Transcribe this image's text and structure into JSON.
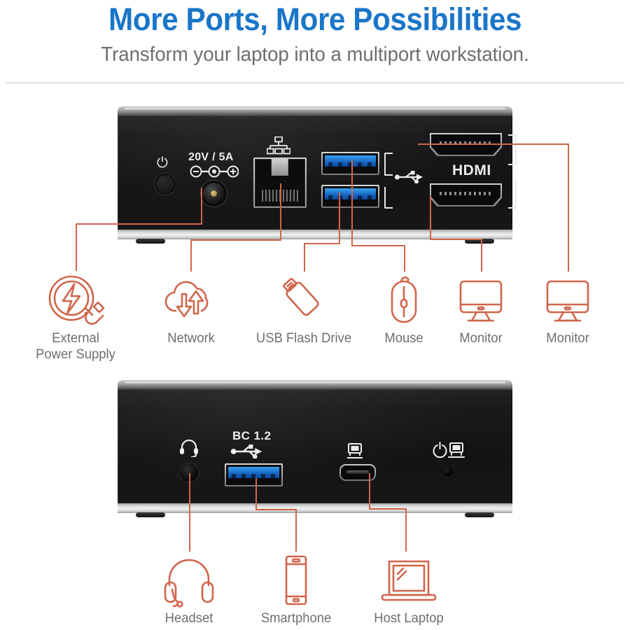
{
  "header": {
    "title": "More Ports, More Possibilities",
    "subtitle": "Transform your laptop into a multiport workstation.",
    "title_color": "#1a76c8",
    "subtitle_color": "#6d6e71",
    "divider_color": "#b9c6d4"
  },
  "theme": {
    "accent_orange": "#d0654a",
    "label_gray": "#6d6e71",
    "chassis_black": "#151517",
    "chassis_silver": "#d8dadb",
    "usb_blue": "#1565c0"
  },
  "rear_panel": {
    "name": "Rear port panel",
    "port_labels": {
      "power_rating": "20V / 5A",
      "hdmi": "HDMI"
    },
    "port_icons": {
      "power_button": "power-icon",
      "dc_polarity": "dc-polarity-icon",
      "ethernet": "network-icon",
      "usb": "usb-trident-icon"
    },
    "ports": [
      "power-button",
      "dc-power-jack",
      "ethernet-rj45",
      "usb-a-upper",
      "usb-a-lower",
      "hdmi-upper",
      "hdmi-lower"
    ]
  },
  "front_panel": {
    "name": "Front port panel",
    "port_labels": {
      "charging": "BC 1.2"
    },
    "port_icons": {
      "headset": "headset-icon",
      "usb": "usb-trident-icon",
      "host": "computer-icon",
      "status": "power-computer-icon"
    },
    "ports": [
      "headset-jack",
      "usb-a-charging",
      "usb-c-host",
      "status-led"
    ]
  },
  "rear_callouts": [
    {
      "id": "external-power-supply",
      "icon": "power-plug-icon",
      "label": "External\nPower Supply"
    },
    {
      "id": "network",
      "icon": "cloud-network-icon",
      "label": "Network"
    },
    {
      "id": "usb-flash-drive",
      "icon": "usb-flash-drive-icon",
      "label": "USB Flash Drive"
    },
    {
      "id": "mouse",
      "icon": "mouse-icon",
      "label": "Mouse"
    },
    {
      "id": "monitor-1",
      "icon": "monitor-icon",
      "label": "Monitor"
    },
    {
      "id": "monitor-2",
      "icon": "monitor-icon",
      "label": "Monitor"
    }
  ],
  "front_callouts": [
    {
      "id": "headset",
      "icon": "headset-icon",
      "label": "Headset"
    },
    {
      "id": "smartphone",
      "icon": "smartphone-icon",
      "label": "Smartphone"
    },
    {
      "id": "host-laptop",
      "icon": "laptop-icon",
      "label": "Host Laptop"
    }
  ]
}
